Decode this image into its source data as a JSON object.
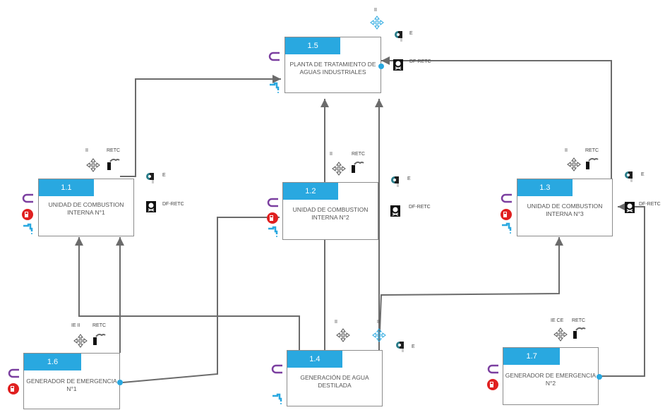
{
  "nodes": [
    {
      "id": "1.1",
      "label": "UNIDAD DE COMBUSTION INTERNA N°1",
      "tags": {
        "top1": "II",
        "top2": "RETC",
        "side1": "E",
        "side2": "DF-RETC"
      }
    },
    {
      "id": "1.2",
      "label": "UNIDAD DE COMBUSTION INTERNA N°2",
      "tags": {
        "top1": "II",
        "top2": "RETC",
        "side1": "E",
        "side2": "DF-RETC"
      }
    },
    {
      "id": "1.3",
      "label": "UNIDAD DE COMBUSTION INTERNA N°3",
      "tags": {
        "top1": "II",
        "top2": "RETC",
        "side1": "E",
        "side2": "DF-RETC"
      }
    },
    {
      "id": "1.4",
      "label": "GENERACIÓN DE AGUA DESTILADA",
      "tags": {
        "top1": "II",
        "top2": "II",
        "side1": "E"
      }
    },
    {
      "id": "1.5",
      "label": "PLANTA DE TRATAMIENTO DE AGUAS INDUSTRIALES",
      "tags": {
        "top1": "II",
        "side1": "E",
        "side2": "DF-RETC"
      }
    },
    {
      "id": "1.6",
      "label": "GENERADOR DE EMERGENCIA N°1",
      "tags": {
        "top1": "IE II",
        "top2": "RETC"
      }
    },
    {
      "id": "1.7",
      "label": "GENERADOR DE EMERGENCIA N°2",
      "tags": {
        "top1": "IE CE",
        "top2": "RETC"
      }
    }
  ],
  "colors": {
    "header": "#29a8e0",
    "wire": "#6b6b6b",
    "loop": "#7b3fa0",
    "fuel": "#e02020",
    "tap": "#29a8e0"
  },
  "icons": [
    "recycle-loop-icon",
    "fuel-pump-icon",
    "water-tap-icon",
    "arrows-cross-icon",
    "chimney-smoke-icon",
    "toilet-roll-icon",
    "hazard-skull-icon"
  ]
}
